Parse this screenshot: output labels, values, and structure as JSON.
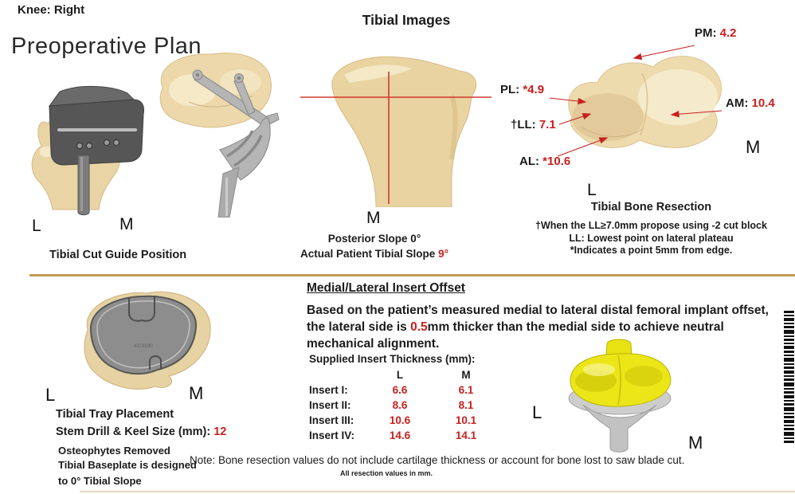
{
  "header": {
    "knee": "Knee: Right",
    "plan_title": "Preoperative Plan",
    "section_title": "Tibial Images"
  },
  "cut_guide": {
    "l": "L",
    "m": "M",
    "caption": "Tibial Cut Guide Position"
  },
  "slope": {
    "m": "M",
    "line1": "Posterior Slope 0°",
    "line2_prefix": "Actual Patient Tibial Slope ",
    "line2_value": "9°"
  },
  "resection": {
    "pm_prefix": "PM: ",
    "pm_value": "4.2",
    "pl_prefix": "PL: ",
    "pl_value": "*4.9",
    "am_prefix": "AM: ",
    "am_value": "10.4",
    "ll_prefix": "†LL: ",
    "ll_value": "7.1",
    "al_prefix": "AL: ",
    "al_value": "*10.6",
    "m": "M",
    "l": "L",
    "caption": "Tibial Bone Resection",
    "footnote1": "†When the LL≥7.0mm propose using -2 cut block",
    "footnote2": "LL: Lowest point on lateral plateau",
    "footnote3": "*Indicates a point 5mm from edge."
  },
  "tray": {
    "l": "L",
    "m": "M",
    "caption": "Tibial Tray Placement",
    "stem_prefix": "Stem Drill & Keel Size (mm): ",
    "stem_value": "12",
    "note1": "Osteophytes Removed",
    "note2": "Tibial Baseplate is designed",
    "note3": "to 0° Tibial Slope",
    "engraving": "KC9190"
  },
  "offset": {
    "title": "Medial/Lateral Insert Offset",
    "body_pre": "Based on the patient’s measured medial to lateral distal femoral implant offset, the lateral side is ",
    "body_value": "0.5",
    "body_post": "mm thicker than the medial side to achieve neutral mechanical alignment."
  },
  "insert_table": {
    "title": "Supplied Insert Thickness (mm):",
    "col_l": "L",
    "col_m": "M",
    "rows": [
      {
        "label": "Insert I:",
        "l": "6.6",
        "m": "6.1"
      },
      {
        "label": "Insert II:",
        "l": "8.6",
        "m": "8.1"
      },
      {
        "label": "Insert III:",
        "l": "10.6",
        "m": "10.1"
      },
      {
        "label": "Insert IV:",
        "l": "14.6",
        "m": "14.1"
      }
    ]
  },
  "implant": {
    "l": "L",
    "m": "M"
  },
  "footer": {
    "note": "Note: Bone resection values do not include cartilage thickness or account for bone lost to saw blade cut.",
    "subnote": "All resection values in mm."
  },
  "colors": {
    "value_red": "#c8201f",
    "divider_tan": "#c49a58",
    "bone_tan": "#e9d4a6",
    "instrument_gray": "#b5b5b5",
    "guide_dark_gray": "#565656",
    "insert_yellow": "#ece619"
  }
}
